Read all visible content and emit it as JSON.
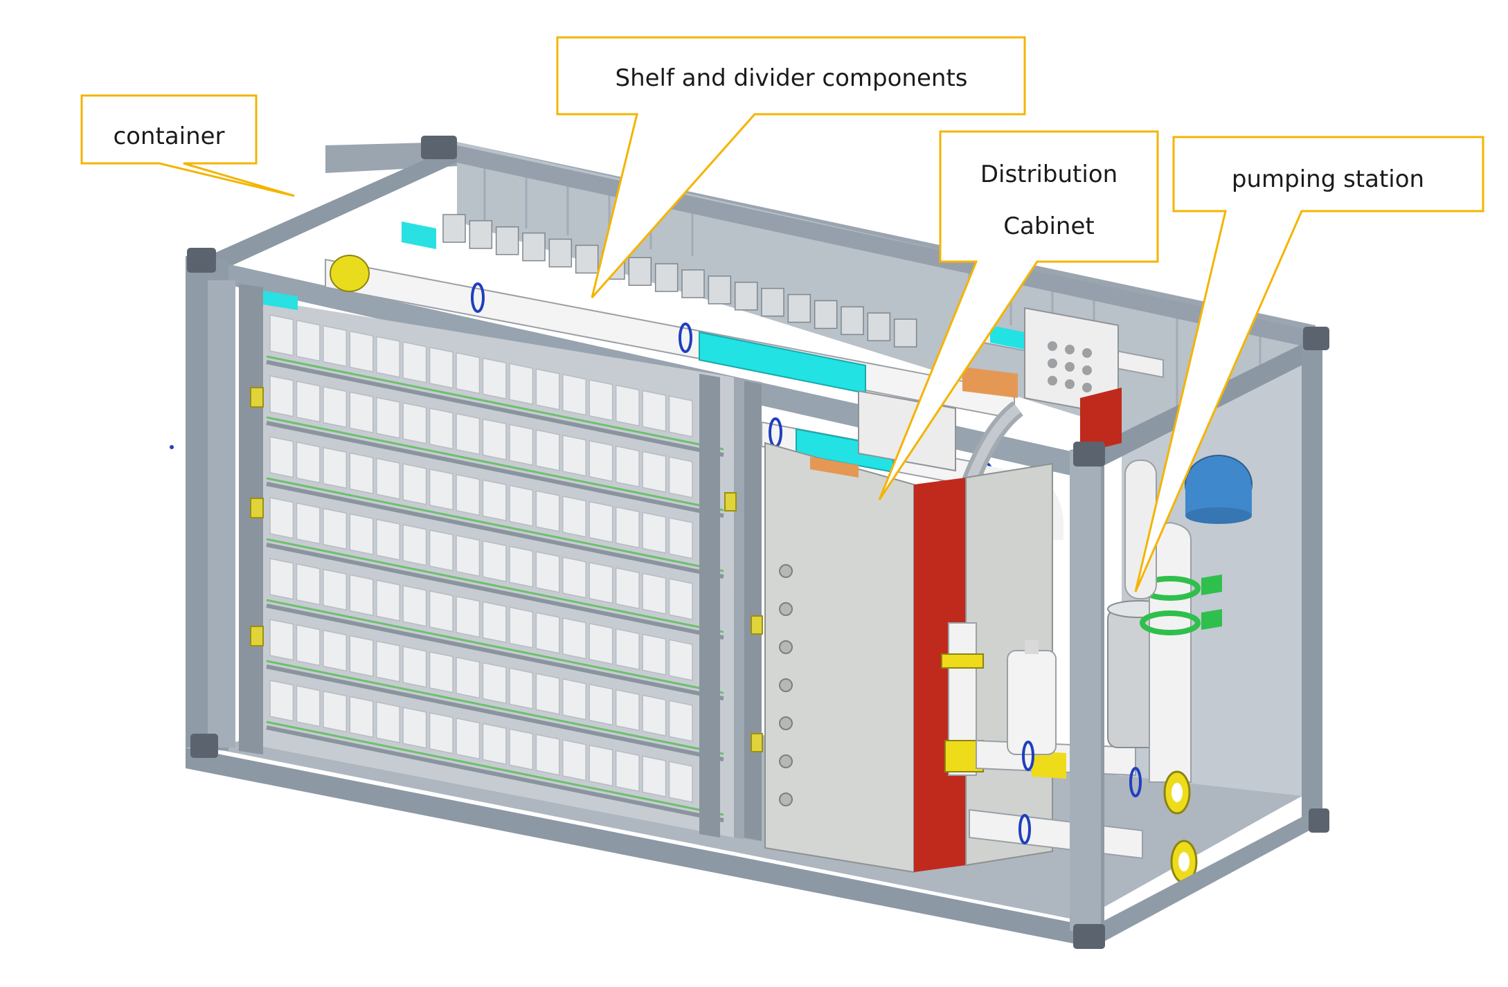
{
  "callouts": {
    "container": "container",
    "shelf": "Shelf and divider components",
    "distribution_line1": "Distribution",
    "distribution_line2": "Cabinet",
    "pumping": "pumping station"
  },
  "colors": {
    "callout_border": "#f4b400",
    "callout_text": "#1a1a1a",
    "frame": "#8a96a3",
    "frame_dark": "#5d6773",
    "panel": "#c9ced4",
    "battery": "#eaecee",
    "shelf_rail": "#6cc06c",
    "pipe": "#f2f2f2",
    "pipe_cyan": "#22e6e6",
    "pipe_yellow": "#f0e000",
    "cabinet": "#d2d4d2",
    "cabinet_red": "#c62a1e",
    "tank_blue": "#3d86c8",
    "bracket_green": "#2fbf4c",
    "orange_block": "#e59a55"
  }
}
